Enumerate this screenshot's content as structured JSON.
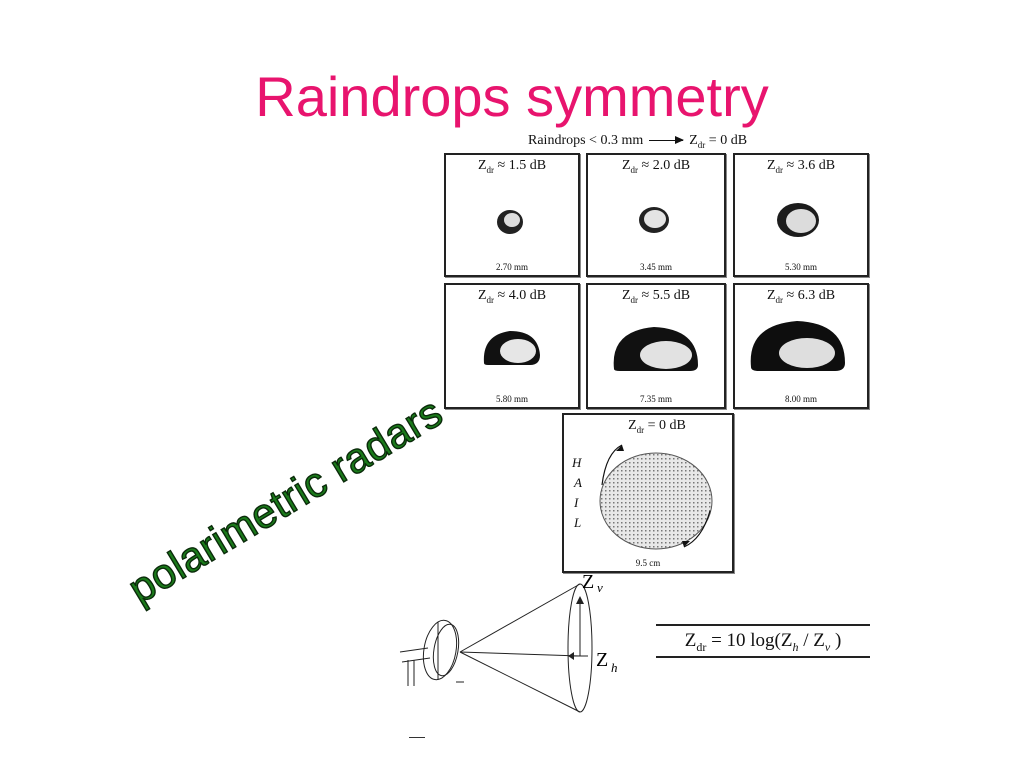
{
  "slide": {
    "title": "Raindrops symmetry",
    "caption": "Raindrops < 0.3 mm",
    "caption_result": "Z",
    "caption_result_sub": "dr",
    "caption_result_tail": " = 0 dB"
  },
  "panels": [
    {
      "label_a": "Z",
      "label_sub": "dr",
      "label_b": " ≈ 1.5 dB",
      "size": "2.70 mm"
    },
    {
      "label_a": "Z",
      "label_sub": "dr",
      "label_b": " ≈ 2.0 dB",
      "size": "3.45 mm"
    },
    {
      "label_a": "Z",
      "label_sub": "dr",
      "label_b": " ≈ 3.6 dB",
      "size": "5.30 mm"
    },
    {
      "label_a": "Z",
      "label_sub": "dr",
      "label_b": " ≈ 4.0 dB",
      "size": "5.80 mm"
    },
    {
      "label_a": "Z",
      "label_sub": "dr",
      "label_b": " ≈ 5.5 dB",
      "size": "7.35 mm"
    },
    {
      "label_a": "Z",
      "label_sub": "dr",
      "label_b": " ≈ 6.3 dB",
      "size": "8.00 mm"
    }
  ],
  "hail": {
    "label_a": "Z",
    "label_sub": "dr",
    "label_b": " = 0 dB",
    "letters": [
      "H",
      "A",
      "I",
      "L"
    ],
    "size": "9.5 cm"
  },
  "stamp": {
    "text": "polarimetric radars",
    "color": "#1a7a1a"
  },
  "radar": {
    "zv_label": "Z",
    "zv_sub": "v",
    "zh_label": "Z",
    "zh_sub": "h"
  },
  "formula": {
    "lhs": "Z",
    "lhs_sub": "dr",
    "mid": " = 10 log(Z",
    "h_sub": "h",
    "sep": " / Z",
    "v_sub": "v",
    "tail": " )"
  },
  "colors": {
    "title": "#e8146e",
    "stamp": "#1a7a1a"
  }
}
